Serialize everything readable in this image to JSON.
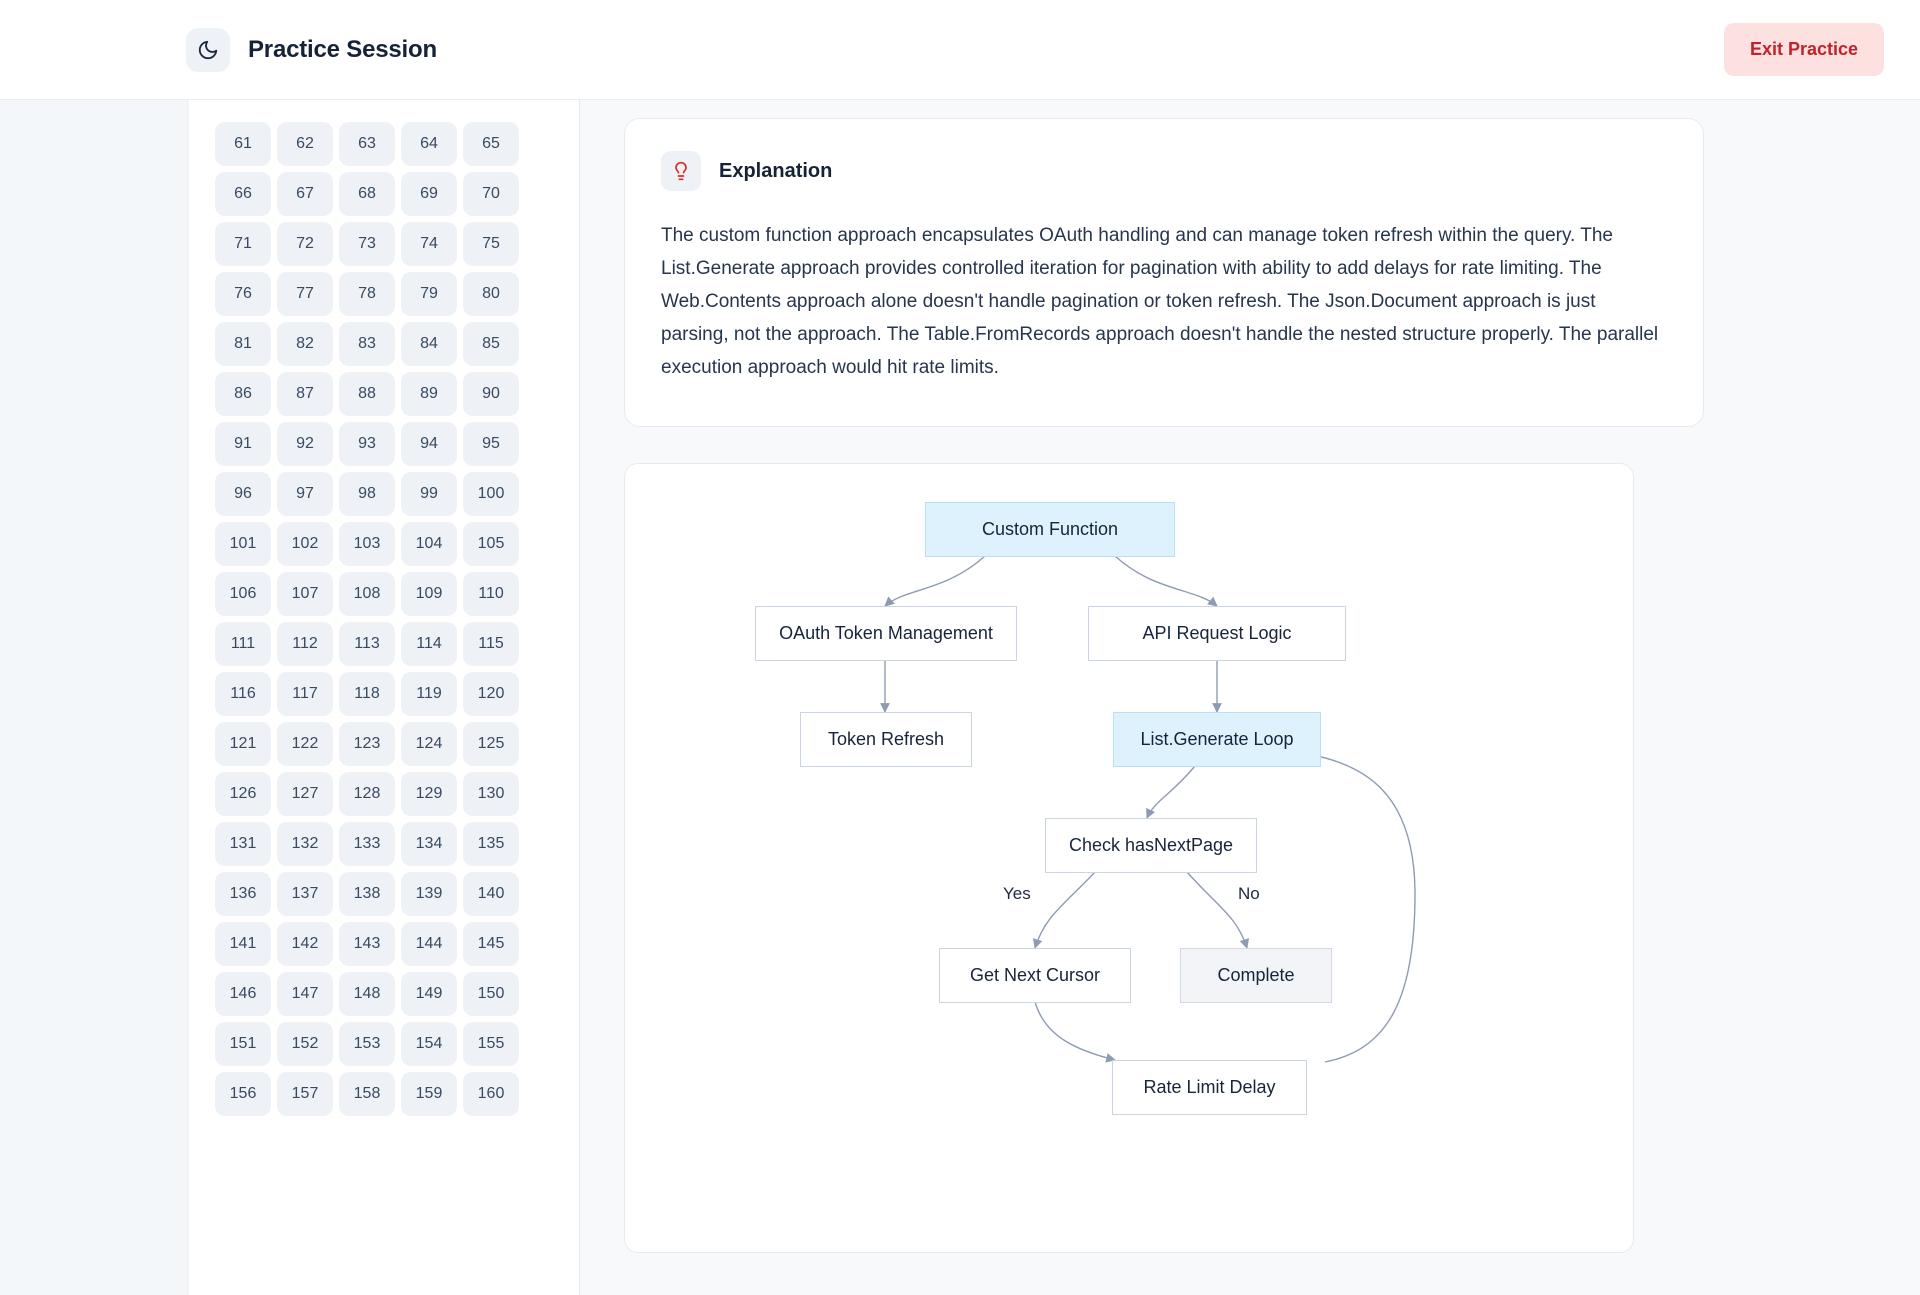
{
  "header": {
    "icon": "moon-icon",
    "title": "Practice Session",
    "exit_label": "Exit Practice"
  },
  "sidebar": {
    "name": "question-number-grid",
    "columns": 5,
    "numbers": [
      61,
      62,
      63,
      64,
      65,
      66,
      67,
      68,
      69,
      70,
      71,
      72,
      73,
      74,
      75,
      76,
      77,
      78,
      79,
      80,
      81,
      82,
      83,
      84,
      85,
      86,
      87,
      88,
      89,
      90,
      91,
      92,
      93,
      94,
      95,
      96,
      97,
      98,
      99,
      100,
      101,
      102,
      103,
      104,
      105,
      106,
      107,
      108,
      109,
      110,
      111,
      112,
      113,
      114,
      115,
      116,
      117,
      118,
      119,
      120,
      121,
      122,
      123,
      124,
      125,
      126,
      127,
      128,
      129,
      130,
      131,
      132,
      133,
      134,
      135,
      136,
      137,
      138,
      139,
      140,
      141,
      142,
      143,
      144,
      145,
      146,
      147,
      148,
      149,
      150,
      151,
      152,
      153,
      154,
      155,
      156,
      157,
      158,
      159,
      160
    ]
  },
  "explanation": {
    "icon": "lightbulb-icon",
    "title": "Explanation",
    "body": "The custom function approach encapsulates OAuth handling and can manage token refresh within the query. The List.Generate approach provides controlled iteration for pagination with ability to add delays for rate limiting. The Web.Contents approach alone doesn't handle pagination or token refresh. The Json.Document approach is just parsing, not the approach. The Table.FromRecords approach doesn't handle the nested structure properly. The parallel execution approach would hit rate limits."
  },
  "diagram": {
    "type": "flowchart",
    "nodes": [
      {
        "id": "custom-function",
        "label": "Custom Function",
        "style": "accent"
      },
      {
        "id": "oauth-token",
        "label": "OAuth Token Management",
        "style": "plain"
      },
      {
        "id": "api-request",
        "label": "API Request Logic",
        "style": "plain"
      },
      {
        "id": "token-refresh",
        "label": "Token Refresh",
        "style": "plain"
      },
      {
        "id": "list-generate",
        "label": "List.Generate Loop",
        "style": "accent"
      },
      {
        "id": "check-hasnextpage",
        "label": "Check hasNextPage",
        "style": "plain"
      },
      {
        "id": "get-next-cursor",
        "label": "Get Next Cursor",
        "style": "plain"
      },
      {
        "id": "complete",
        "label": "Complete",
        "style": "muted"
      },
      {
        "id": "rate-limit-delay",
        "label": "Rate Limit Delay",
        "style": "plain"
      }
    ],
    "edge_labels": {
      "yes": "Yes",
      "no": "No"
    },
    "colors": {
      "accent_fill": "#ddf2fc",
      "accent_border": "#b9dff1",
      "muted_fill": "#f2f4f7",
      "edge": "#8e9cb2"
    }
  }
}
